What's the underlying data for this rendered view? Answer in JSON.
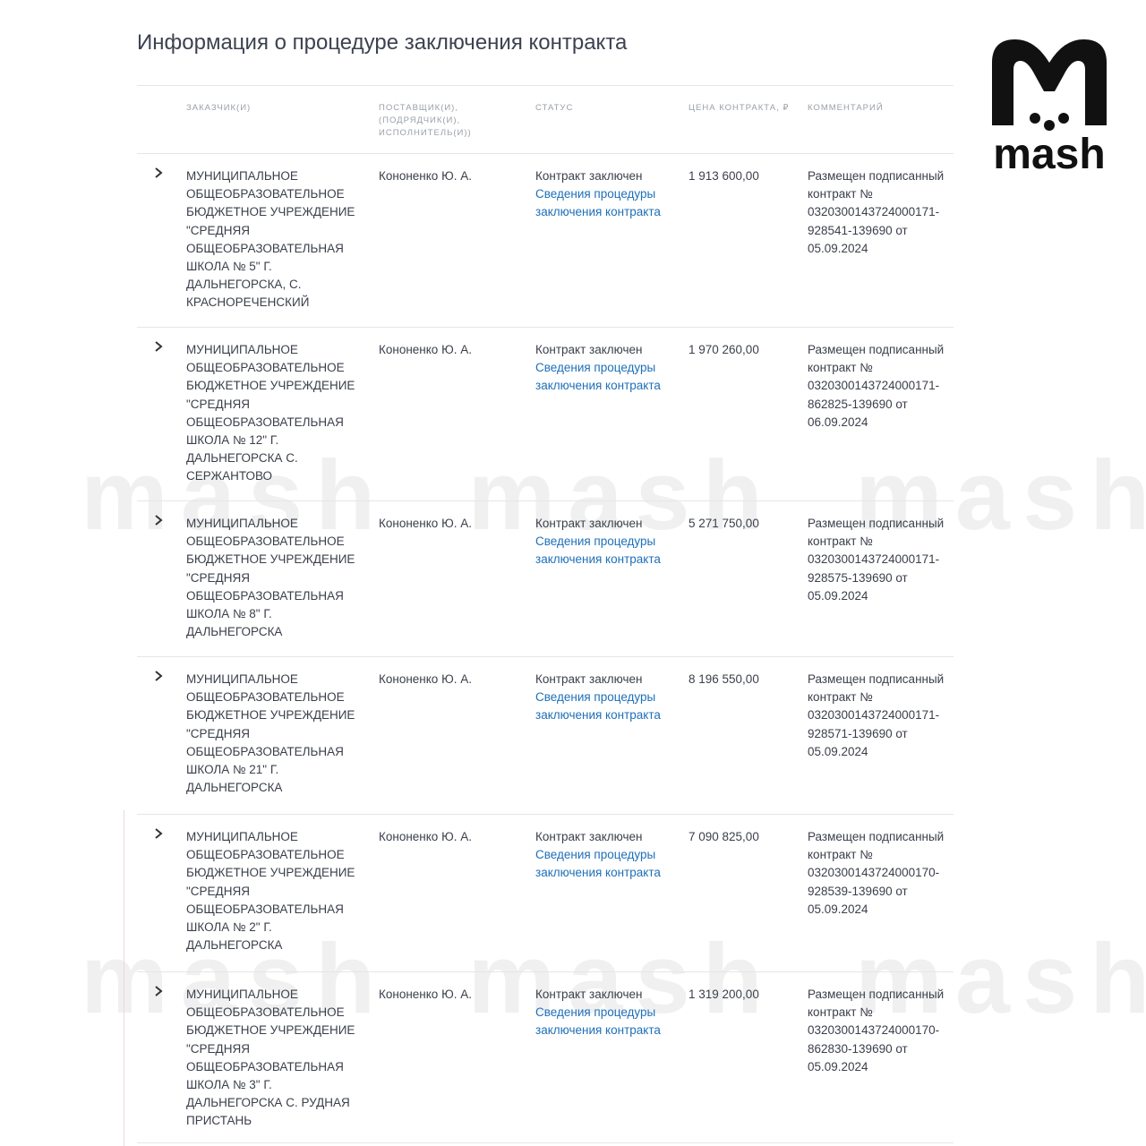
{
  "title": "Информация о процедуре заключения контракта",
  "logo": {
    "text": "mash"
  },
  "headers": {
    "customer": "Заказчик(и)",
    "supplier": "Поставщик(и), (подрядчик(и), исполнитель(и))",
    "status": "Статус",
    "price": "Цена контракта, ₽",
    "comment": "Комментарий"
  },
  "rows": [
    {
      "customer": "МУНИЦИПАЛЬНОЕ ОБЩЕОБРАЗОВАТЕЛЬНОЕ БЮДЖЕТНОЕ УЧРЕЖДЕНИЕ \"СРЕДНЯЯ ОБЩЕОБРАЗОВАТЕЛЬНАЯ ШКОЛА № 5\" Г. ДАЛЬНЕГОРСКА, С. КРАСНОРЕЧЕНСКИЙ",
      "supplier": "Кононенко Ю. А.",
      "status": "Контракт заключен",
      "link": "Сведения процедуры заключения контракта",
      "price": "1 913 600,00",
      "comment": "Размещен подписанный контракт № 0320300143724000171-928541-139690 от 05.09.2024"
    },
    {
      "customer": "МУНИЦИПАЛЬНОЕ ОБЩЕОБРАЗОВАТЕЛЬНОЕ БЮДЖЕТНОЕ УЧРЕЖДЕНИЕ \"СРЕДНЯЯ ОБЩЕОБРАЗОВАТЕЛЬНАЯ ШКОЛА № 12\" Г. ДАЛЬНЕГОРСКА С. СЕРЖАНТОВО",
      "supplier": "Кононенко Ю. А.",
      "status": "Контракт заключен",
      "link": "Сведения процедуры заключения контракта",
      "price": "1 970 260,00",
      "comment": "Размещен подписанный контракт № 0320300143724000171-862825-139690 от 06.09.2024"
    },
    {
      "customer": "МУНИЦИПАЛЬНОЕ ОБЩЕОБРАЗОВАТЕЛЬНОЕ БЮДЖЕТНОЕ УЧРЕЖДЕНИЕ \"СРЕДНЯЯ ОБЩЕОБРАЗОВАТЕЛЬНАЯ ШКОЛА № 8\" Г. ДАЛЬНЕГОРСКА",
      "supplier": "Кононенко Ю. А.",
      "status": "Контракт заключен",
      "link": "Сведения процедуры заключения контракта",
      "price": "5 271 750,00",
      "comment": "Размещен подписанный контракт № 0320300143724000171-928575-139690 от 05.09.2024"
    },
    {
      "customer": "МУНИЦИПАЛЬНОЕ ОБЩЕОБРАЗОВАТЕЛЬНОЕ БЮДЖЕТНОЕ УЧРЕЖДЕНИЕ \"СРЕДНЯЯ ОБЩЕОБРАЗОВАТЕЛЬНАЯ ШКОЛА № 21\" Г. ДАЛЬНЕГОРСКА",
      "supplier": "Кононенко Ю. А.",
      "status": "Контракт заключен",
      "link": "Сведения процедуры заключения контракта",
      "price": "8 196 550,00",
      "comment": "Размещен подписанный контракт № 0320300143724000171-928571-139690 от 05.09.2024"
    },
    {
      "customer": "МУНИЦИПАЛЬНОЕ ОБЩЕОБРАЗОВАТЕЛЬНОЕ БЮДЖЕТНОЕ УЧРЕЖДЕНИЕ \"СРЕДНЯЯ ОБЩЕОБРАЗОВАТЕЛЬНАЯ ШКОЛА № 2\" Г. ДАЛЬНЕГОРСКА",
      "supplier": "Кононенко Ю. А.",
      "status": "Контракт заключен",
      "link": "Сведения процедуры заключения контракта",
      "price": "7 090 825,00",
      "comment": "Размещен подписанный контракт № 0320300143724000170-928539-139690 от 05.09.2024"
    },
    {
      "customer": "МУНИЦИПАЛЬНОЕ ОБЩЕОБРАЗОВАТЕЛЬНОЕ БЮДЖЕТНОЕ УЧРЕЖДЕНИЕ \"СРЕДНЯЯ ОБЩЕОБРАЗОВАТЕЛЬНАЯ ШКОЛА № 3\" Г. ДАЛЬНЕГОРСКА С. РУДНАЯ ПРИСТАНЬ",
      "supplier": "Кононенко Ю. А.",
      "status": "Контракт заключен",
      "link": "Сведения процедуры заключения контракта",
      "price": "1 319 200,00",
      "comment": "Размещен подписанный контракт № 0320300143724000170-862830-139690 от 05.09.2024"
    }
  ]
}
